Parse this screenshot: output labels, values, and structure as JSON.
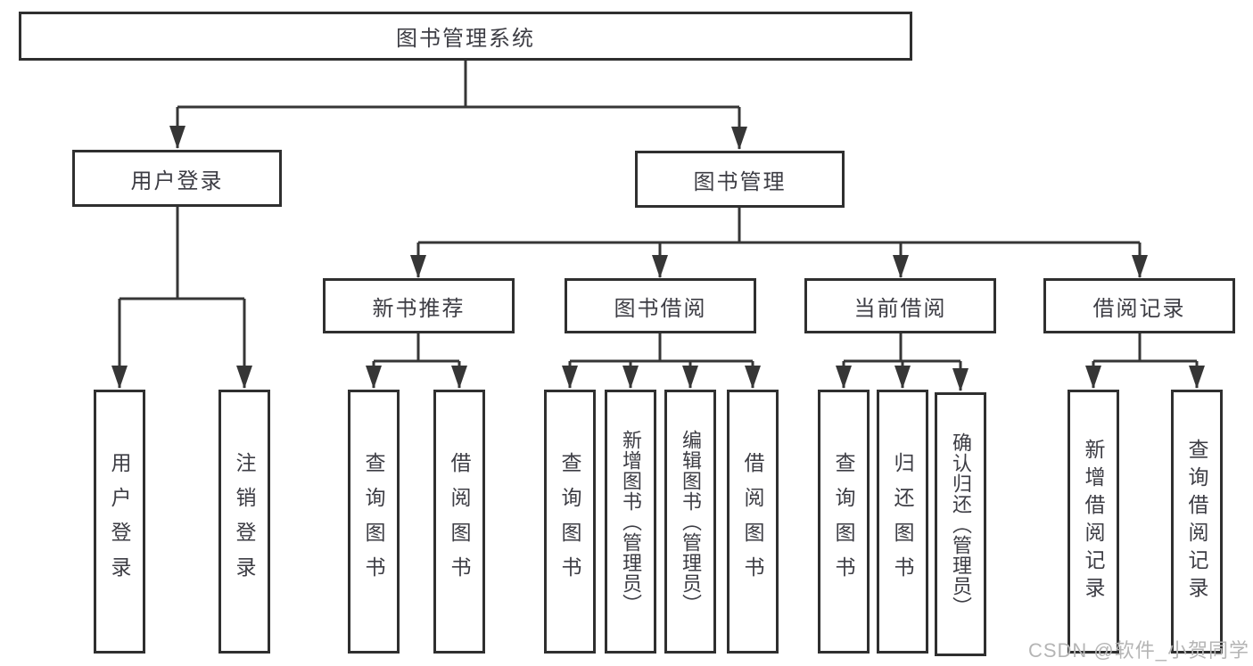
{
  "diagram": {
    "type": "hierarchy-tree",
    "root": {
      "label": "图书管理系统"
    },
    "children": [
      {
        "label": "用户登录",
        "children": [
          {
            "label": "用户登录"
          },
          {
            "label": "注销登录"
          }
        ]
      },
      {
        "label": "图书管理",
        "children": [
          {
            "label": "新书推荐",
            "children": [
              {
                "label": "查询图书"
              },
              {
                "label": "借阅图书"
              }
            ]
          },
          {
            "label": "图书借阅",
            "children": [
              {
                "label": "查询图书"
              },
              {
                "label": "新增图书（管理员）"
              },
              {
                "label": "编辑图书（管理员）"
              },
              {
                "label": "借阅图书"
              }
            ]
          },
          {
            "label": "当前借阅",
            "children": [
              {
                "label": "查询图书"
              },
              {
                "label": "归还图书"
              },
              {
                "label": "确认归还（管理员）"
              }
            ]
          },
          {
            "label": "借阅记录",
            "children": [
              {
                "label": "新增借阅记录"
              },
              {
                "label": "查询借阅记录"
              }
            ]
          }
        ]
      }
    ]
  },
  "watermark": {
    "text": "CSDN @软件_小贺同学",
    "color": "#b5b5b5"
  },
  "colors": {
    "line": "#363636",
    "box_border": "#2f2f2f",
    "text": "#3d3d44",
    "background": "#ffffff"
  }
}
